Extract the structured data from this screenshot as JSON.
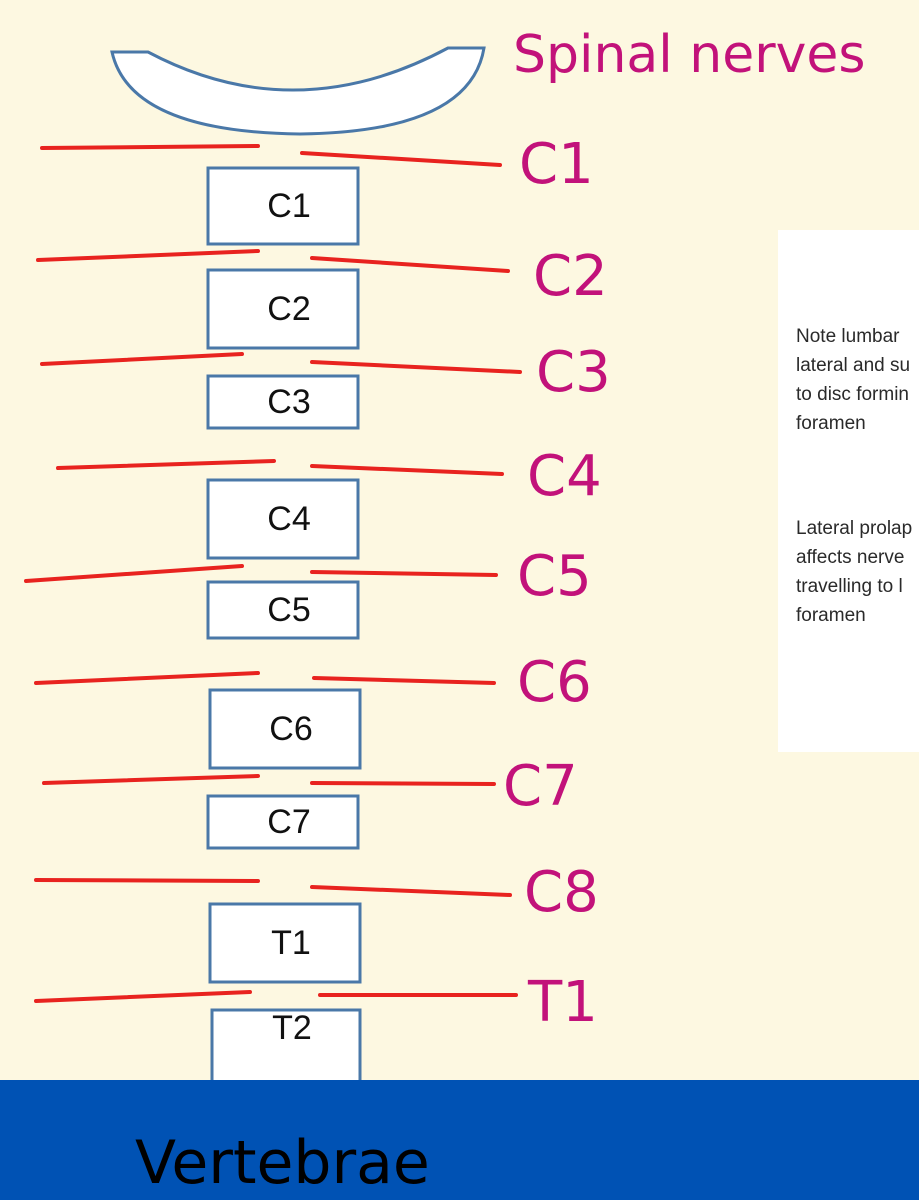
{
  "header": {
    "title": "Spinal nerves"
  },
  "vertebrae": [
    {
      "label": "C1"
    },
    {
      "label": "C2"
    },
    {
      "label": "C3"
    },
    {
      "label": "C4"
    },
    {
      "label": "C5"
    },
    {
      "label": "C6"
    },
    {
      "label": "C7"
    },
    {
      "label": "T1"
    },
    {
      "label": "T2"
    }
  ],
  "nerves": [
    {
      "label": "C1"
    },
    {
      "label": "C2"
    },
    {
      "label": "C3"
    },
    {
      "label": "C4"
    },
    {
      "label": "C5"
    },
    {
      "label": "C6"
    },
    {
      "label": "C7"
    },
    {
      "label": "C8"
    },
    {
      "label": "T1"
    }
  ],
  "note": {
    "paragraph1": [
      "Note lumbar",
      "lateral and su",
      "to disc formin",
      "foramen"
    ],
    "paragraph2": [
      "Lateral prolap",
      "affects nerve",
      "travelling to l",
      "foramen"
    ]
  },
  "footer": {
    "label": "Vertebrae"
  },
  "colors": {
    "nerve_line": "#e8231f",
    "label": "#c2127a",
    "box_border": "#4a78a8",
    "footer_bar": "#0052b4",
    "background": "#fdf8e1"
  }
}
